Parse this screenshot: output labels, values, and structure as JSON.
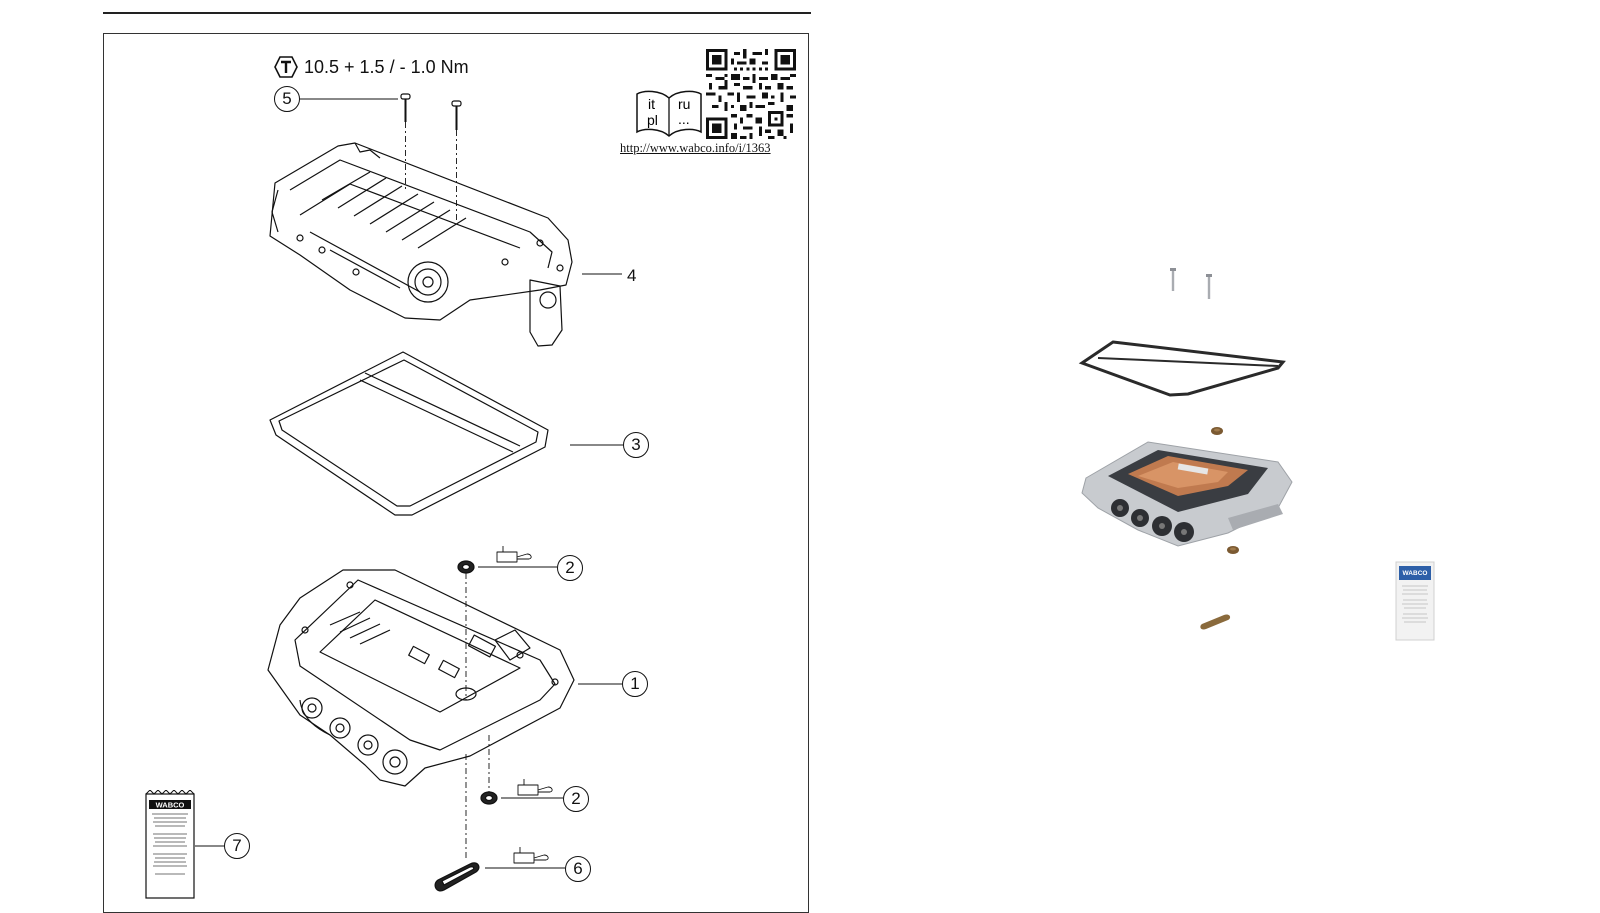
{
  "torque": {
    "icon": "torque-T-icon",
    "spec": "10.5 + 1.5 / - 1.0 Nm"
  },
  "manual": {
    "languages": [
      "it",
      "ru",
      "pl",
      "..."
    ],
    "url": "http://www.wabco.info/i/1363"
  },
  "callouts": {
    "c1": "1",
    "c2a": "2",
    "c2b": "2",
    "c3": "3",
    "c4": "4",
    "c5": "5",
    "c6": "6",
    "c7": "7"
  },
  "sachet": {
    "brand": "WABCO"
  },
  "colors": {
    "line": "#111111",
    "metal": "#b9bcc0",
    "copper": "#c07a4f",
    "bronze": "#8a6a3c"
  }
}
